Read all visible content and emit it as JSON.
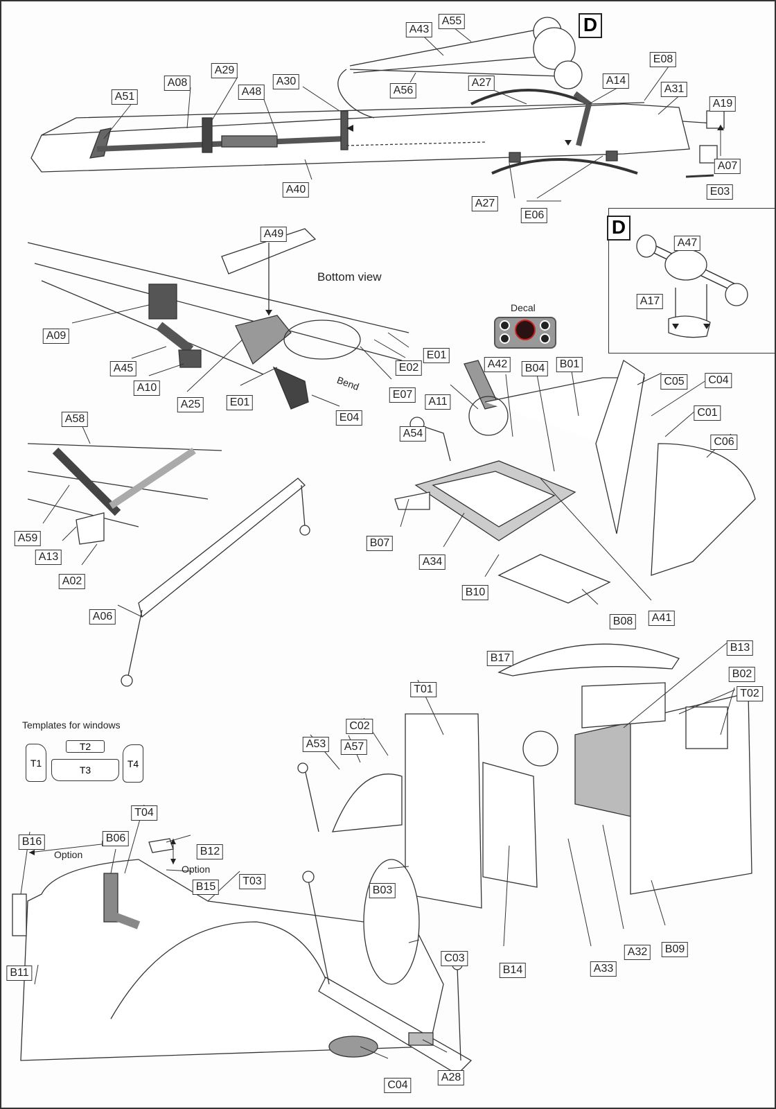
{
  "diagram": {
    "type": "model-kit-assembly-instructions",
    "colors": {
      "line": "#333333",
      "highlight_dark": "#555555",
      "highlight_light": "#bbbbbb",
      "decal_red": "#cc2222"
    },
    "notes": {
      "bottom_view": "Bottom view",
      "decal": "Decal",
      "bend": "Bend",
      "templates_title": "Templates for windows",
      "option_1": "Option",
      "option_2": "Option"
    },
    "detail_marker": "D",
    "inset": {
      "marker": "D",
      "labels": [
        "A47",
        "A17"
      ]
    },
    "templates": [
      "T1",
      "T2",
      "T3",
      "T4"
    ],
    "sections": {
      "frame": [
        "A55",
        "A43",
        "A56",
        "A51",
        "A08",
        "A29",
        "A48",
        "A30",
        "A40",
        "A27",
        "A14",
        "E08",
        "A31",
        "A19",
        "A07",
        "E03",
        "A27",
        "E06"
      ],
      "underside": [
        "A49",
        "A09",
        "A45",
        "A10",
        "A25",
        "E01",
        "E02",
        "E07",
        "E01",
        "E04"
      ],
      "front_axle": [
        "A58",
        "A59",
        "A13",
        "A02",
        "A06"
      ],
      "cab_interior": [
        "A42",
        "B04",
        "B01",
        "C05",
        "C04",
        "C01",
        "C06",
        "A11",
        "A54",
        "B07",
        "A34",
        "B10",
        "B08",
        "A41"
      ],
      "cab_body": [
        "B17",
        "B13",
        "B02",
        "T02",
        "T01",
        "C02",
        "A53",
        "A57",
        "B03",
        "B14",
        "A33",
        "A32",
        "B09"
      ],
      "final": [
        "B16",
        "B06",
        "T04",
        "B12",
        "B15",
        "T03",
        "B11",
        "C03",
        "C04",
        "A28"
      ]
    }
  }
}
